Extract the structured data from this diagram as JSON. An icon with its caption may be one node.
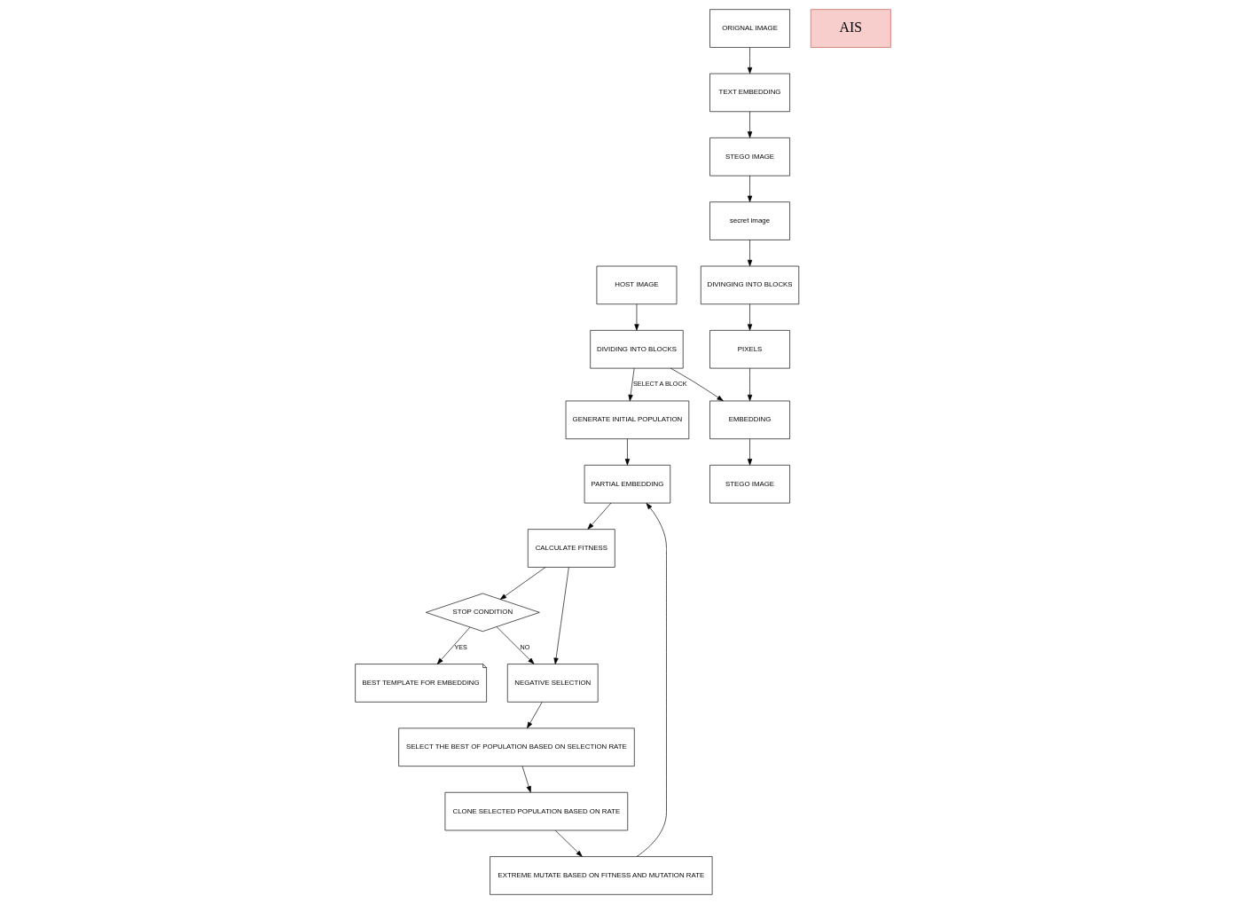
{
  "diagram": {
    "nodes": [
      {
        "text": [
          "HOST IMAGE"
        ]
      },
      {
        "text": [
          "DIVIDING INTO BLOCKS"
        ]
      },
      {
        "text": [
          "GENERATE INITIAL POPULATION"
        ]
      },
      {
        "text": [
          "AIS"
        ]
      },
      {
        "text": [
          "PARTIAL EMBEDDING"
        ]
      },
      {
        "text": [
          "BEST TEMPLATE FOR EMBEDDING"
        ]
      },
      {
        "text": [
          "STEGO IMAGE"
        ]
      },
      {
        "text": [
          "EMBEDDING"
        ]
      },
      {
        "text": [
          "CALCULATE FITNESS"
        ]
      },
      {
        "text": [
          "EXTREME MUTATE BASED ON FITNESS AND MUTATION RATE"
        ]
      },
      {
        "text": [
          "STOP CONDITION"
        ]
      },
      {
        "text": [
          "NEGATIVE SELECTION"
        ]
      },
      {
        "text": [
          "secret image"
        ]
      },
      {
        "text": [
          "DIVINGING INTO BLOCKS"
        ]
      },
      {
        "text": [
          "PIXELS"
        ]
      },
      {
        "text": [
          "CLONE SELECTED POPULATION BASED ON RATE"
        ]
      },
      {
        "text": [
          "STEGO IMAGE"
        ]
      },
      {
        "text": [
          "TEXT EMBEDDING"
        ]
      },
      {
        "text": [
          "ORIGNAL IMAGE"
        ]
      },
      {
        "text": [
          "SELECT THE BEST OF POPULATION BASED ON SELECTION RATE"
        ]
      }
    ],
    "edges": [
      {
        "from": 0,
        "to": 1,
        "arrow": "to"
      },
      {
        "from": 1,
        "to": 2,
        "arrow": "to",
        "label": "SELECT A BLOCK"
      },
      {
        "from": 1,
        "to": 7,
        "arrow": "to"
      },
      {
        "from": 7,
        "to": 6,
        "arrow": "to"
      },
      {
        "from": 2,
        "to": 4,
        "arrow": "to"
      },
      {
        "from": 4,
        "to": 8,
        "arrow": "to"
      },
      {
        "from": 8,
        "to": 10,
        "arrow": "to"
      },
      {
        "from": 10,
        "to": 5,
        "arrow": "to",
        "label": "YES"
      },
      {
        "from": 10,
        "to": 11,
        "arrow": "to",
        "label": "NO"
      },
      {
        "from": 8,
        "to": 11,
        "arrow": "to"
      },
      {
        "from": 11,
        "to": 19,
        "arrow": "to"
      },
      {
        "from": 19,
        "to": 15,
        "arrow": "to"
      },
      {
        "from": 15,
        "to": 9,
        "arrow": "to"
      },
      {
        "from": 9,
        "to": 4,
        "arrow": "to"
      },
      {
        "from": 14,
        "to": 7,
        "arrow": "to"
      },
      {
        "from": 12,
        "to": 13,
        "arrow": "to"
      },
      {
        "from": 13,
        "to": 14,
        "arrow": "to"
      },
      {
        "from": 18,
        "to": 17,
        "arrow": "to"
      },
      {
        "from": 17,
        "to": 16,
        "arrow": "to"
      },
      {
        "from": 16,
        "to": 12,
        "arrow": "to"
      }
    ]
  }
}
